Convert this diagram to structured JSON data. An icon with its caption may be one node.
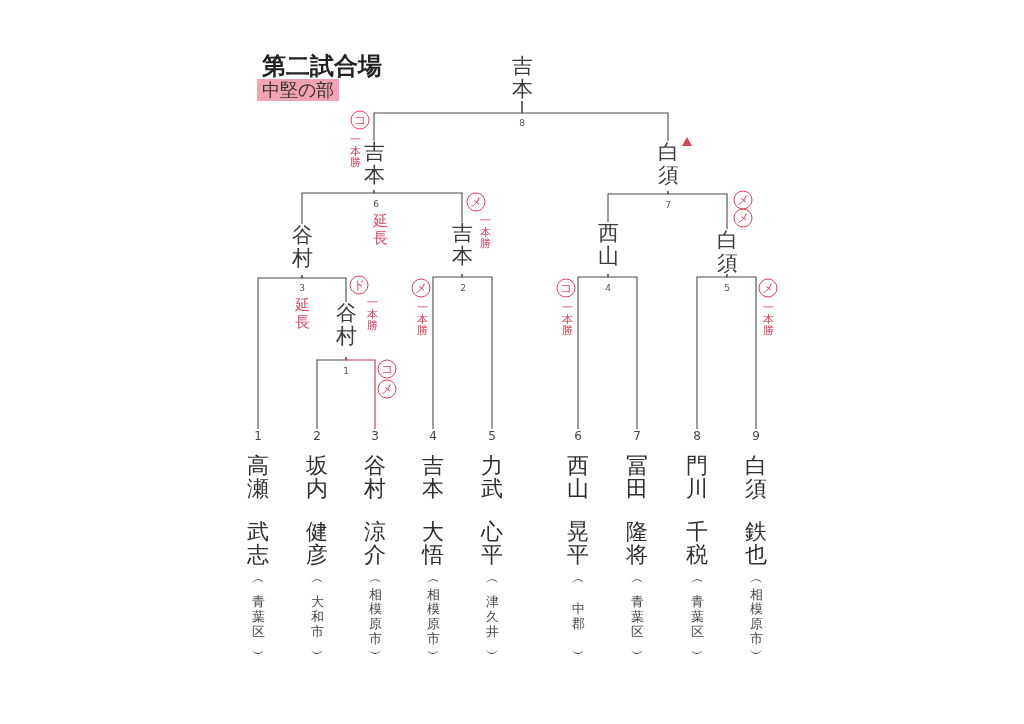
{
  "diagram": {
    "title": "第二試合場",
    "nodes": [
      {
        "text": [
          "中堅の部"
        ]
      },
      {
        "text": [
          "吉本"
        ]
      },
      {
        "text": [
          "コ"
        ],
        "beside": [
          "一本勝"
        ]
      },
      {
        "text": [
          "吉本"
        ]
      },
      {
        "text": [
          "白須"
        ]
      },
      {
        "text": [
          "メ"
        ],
        "beside": [
          "一本勝"
        ]
      },
      {
        "text": [
          "メ"
        ]
      },
      {
        "text": [
          "メ"
        ]
      },
      {
        "text": [
          "谷村"
        ]
      },
      {
        "text": [
          "吉本"
        ]
      },
      {
        "text": [
          "西山"
        ]
      },
      {
        "text": [
          "白須"
        ]
      },
      {
        "text": [
          "ド"
        ],
        "beside": [
          "一本勝"
        ]
      },
      {
        "text": [
          "メ"
        ],
        "beside": [
          "一本勝"
        ]
      },
      {
        "text": [
          "コ"
        ],
        "beside": [
          "一本勝"
        ]
      },
      {
        "text": [
          "メ"
        ],
        "beside": [
          "一本勝"
        ]
      },
      {
        "text": [
          "谷村"
        ]
      },
      {
        "text": [
          "コ"
        ]
      },
      {
        "text": [
          "メ"
        ]
      },
      {
        "text": [
          "1",
          "高瀬",
          "武志",
          "︵青葉区︶"
        ]
      },
      {
        "text": [
          "2",
          "坂内",
          "健彦",
          "︵大和市︶"
        ]
      },
      {
        "text": [
          "3",
          "谷村",
          "涼介",
          "︵相模原市︶"
        ]
      },
      {
        "text": [
          "4",
          "吉本",
          "大悟",
          "︵相模原市︶"
        ]
      },
      {
        "text": [
          "5",
          "力武",
          "心平",
          "︵津久井︶"
        ]
      },
      {
        "text": [
          "6",
          "西山",
          "晃平",
          "︵中郡︶"
        ]
      },
      {
        "text": [
          "7",
          "冨田",
          "隆将",
          "︵青葉区︶"
        ]
      },
      {
        "text": [
          "8",
          "門川",
          "千税",
          "︵青葉区︶"
        ]
      },
      {
        "text": [
          "9",
          "白須",
          "鉄也",
          "︵相模原市︶"
        ]
      }
    ],
    "edges": [
      {
        "from": 3,
        "to": 1,
        "arrow": "none"
      },
      {
        "from": 4,
        "to": 1,
        "arrow": "none"
      },
      {
        "from": 8,
        "to": 3,
        "arrow": "none"
      },
      {
        "from": 9,
        "to": 3,
        "arrow": "none"
      },
      {
        "from": 10,
        "to": 4,
        "arrow": "none"
      },
      {
        "from": 11,
        "to": 4,
        "arrow": "none"
      },
      {
        "from": 19,
        "to": 8,
        "arrow": "none"
      },
      {
        "from": 16,
        "to": 8,
        "arrow": "none"
      },
      {
        "from": 22,
        "to": 9,
        "arrow": "none"
      },
      {
        "from": 23,
        "to": 9,
        "arrow": "none"
      },
      {
        "from": 24,
        "to": 10,
        "arrow": "none"
      },
      {
        "from": 25,
        "to": 10,
        "arrow": "none"
      },
      {
        "from": 26,
        "to": 11,
        "arrow": "none"
      },
      {
        "from": 27,
        "to": 11,
        "arrow": "none"
      },
      {
        "from": 20,
        "to": 16,
        "arrow": "none"
      },
      {
        "from": 21,
        "to": 16,
        "arrow": "none",
        "color": "#b23a48"
      }
    ],
    "labels": [
      "8",
      "6",
      "延長",
      "7",
      "3",
      "延長",
      "2",
      "4",
      "5",
      "1"
    ]
  }
}
